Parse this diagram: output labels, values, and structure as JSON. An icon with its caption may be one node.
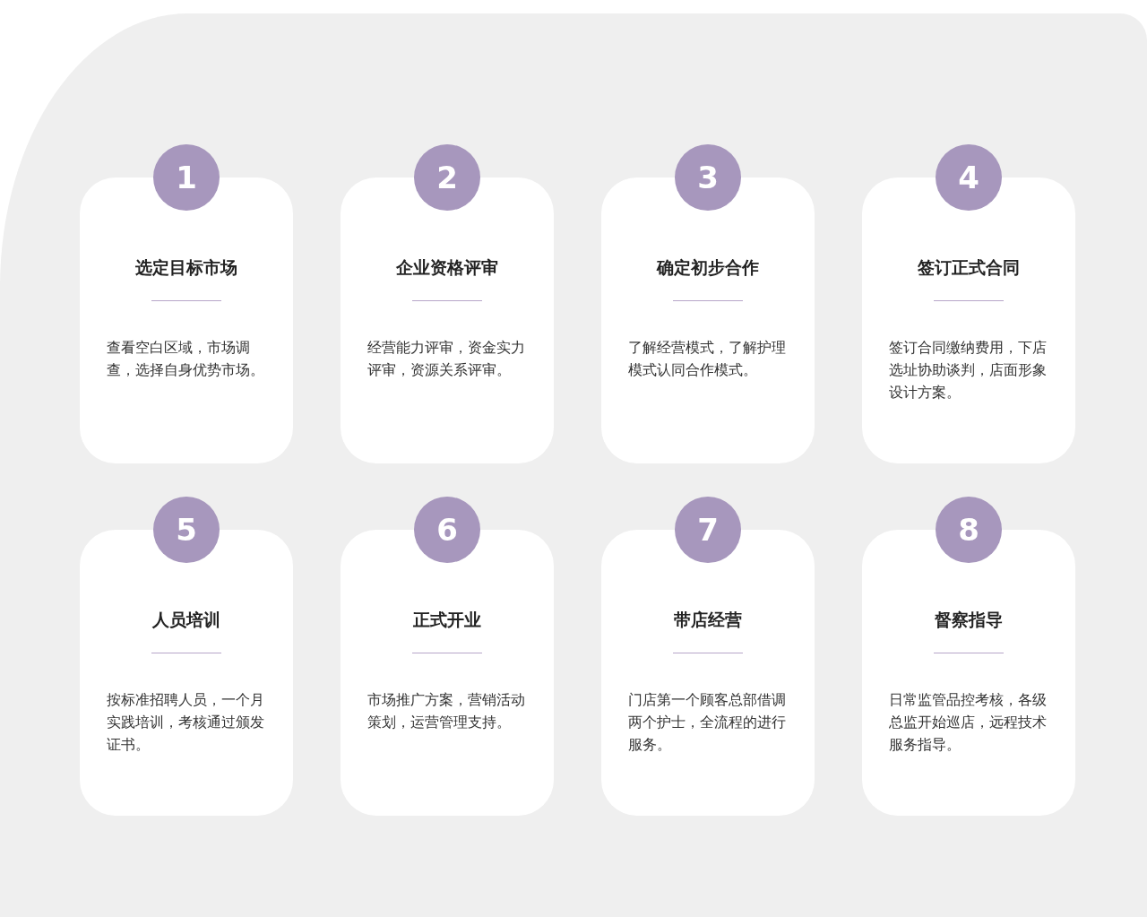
{
  "diagram": {
    "nodes": [
      {
        "text": [
          "1"
        ]
      },
      {
        "text": [
          "选定目标市场",
          "查看空白区域，市场调查，选择自身优势市场。"
        ]
      },
      {
        "text": [
          "2"
        ]
      },
      {
        "text": [
          "企业资格评审",
          "经营能力评审，资金实力评审，资源关系评审。"
        ]
      },
      {
        "text": [
          "3"
        ]
      },
      {
        "text": [
          "确定初步合作",
          "了解经营模式，了解护理模式认同合作模式。"
        ]
      },
      {
        "text": [
          "4"
        ]
      },
      {
        "text": [
          "签订正式合同",
          "签订合同缴纳费用，下店选址协助谈判，店面形象设计方案。"
        ]
      },
      {
        "text": [
          "5"
        ]
      },
      {
        "text": [
          "人员培训",
          "按标准招聘人员，一个月实践培训，考核通过颁发证书。"
        ]
      },
      {
        "text": [
          "6"
        ]
      },
      {
        "text": [
          "正式开业",
          "市场推广方案，营销活动策划，运营管理支持。"
        ]
      },
      {
        "text": [
          "7"
        ]
      },
      {
        "text": [
          "带店经营",
          "门店第一个顾客总部借调两个护士，全流程的进行服务。"
        ]
      },
      {
        "text": [
          "8"
        ]
      },
      {
        "text": [
          "督察指导",
          "日常监管品控考核，各级总监开始巡店，远程技术服务指导。"
        ]
      }
    ],
    "edges": []
  }
}
